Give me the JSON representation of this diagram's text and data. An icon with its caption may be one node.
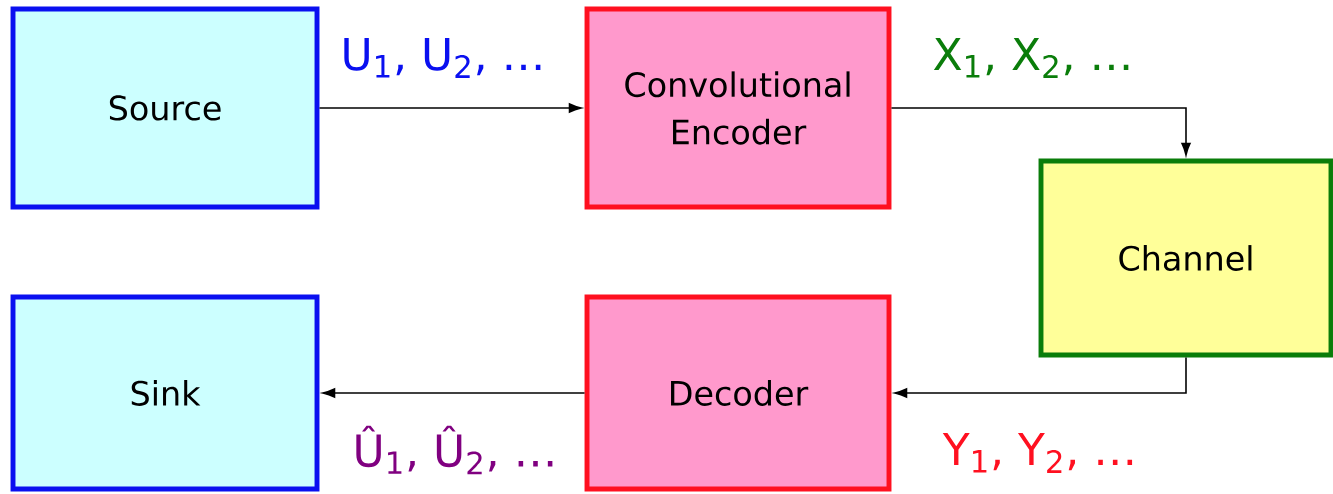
{
  "diagram": {
    "nodes": [
      {
        "text": [
          "Source"
        ]
      },
      {
        "text": [
          "Convolutional Encoder"
        ]
      },
      {
        "text": [
          "Channel"
        ]
      },
      {
        "text": [
          "Sink"
        ]
      },
      {
        "text": [
          "Decoder"
        ]
      }
    ],
    "edges": [
      {
        "from": 0,
        "to": 1,
        "arrow": "to",
        "label": "U$_{1}$, U$_{2}$, …"
      },
      {
        "from": 1,
        "to": 2,
        "arrow": "to",
        "label": "X$_{1}$, X$_{2}$, …"
      },
      {
        "from": 2,
        "to": 4,
        "arrow": "to",
        "label": "Y$_{1}$, Y$_{2}$, …"
      },
      {
        "from": 4,
        "to": 3,
        "arrow": "to",
        "label": "Û$_{1}$, Û$_{2}$, …"
      }
    ]
  }
}
